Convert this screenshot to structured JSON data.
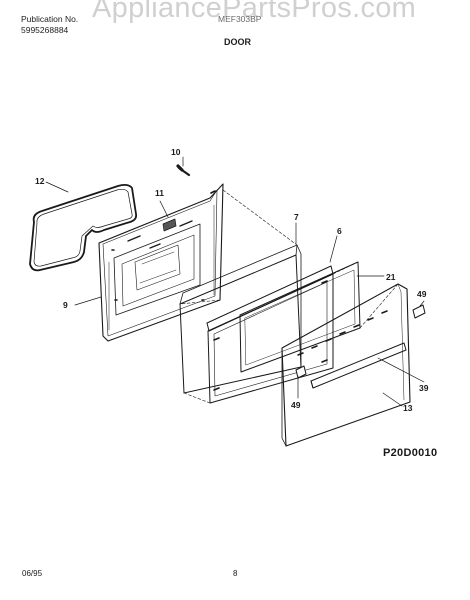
{
  "header": {
    "publication_label": "Publication No.",
    "publication_number": "5995268884",
    "model": "MEF303BP",
    "section_title": "DOOR",
    "watermark": "AppliancePartsPros.com"
  },
  "diagram": {
    "code": "P20D0010",
    "parts": [
      {
        "ref": "10"
      },
      {
        "ref": "12"
      },
      {
        "ref": "11"
      },
      {
        "ref": "7"
      },
      {
        "ref": "6"
      },
      {
        "ref": "21"
      },
      {
        "ref": "49"
      },
      {
        "ref": "9"
      },
      {
        "ref": "39"
      },
      {
        "ref": "49"
      },
      {
        "ref": "13"
      }
    ]
  },
  "footer": {
    "date": "06/95",
    "page": "8"
  }
}
